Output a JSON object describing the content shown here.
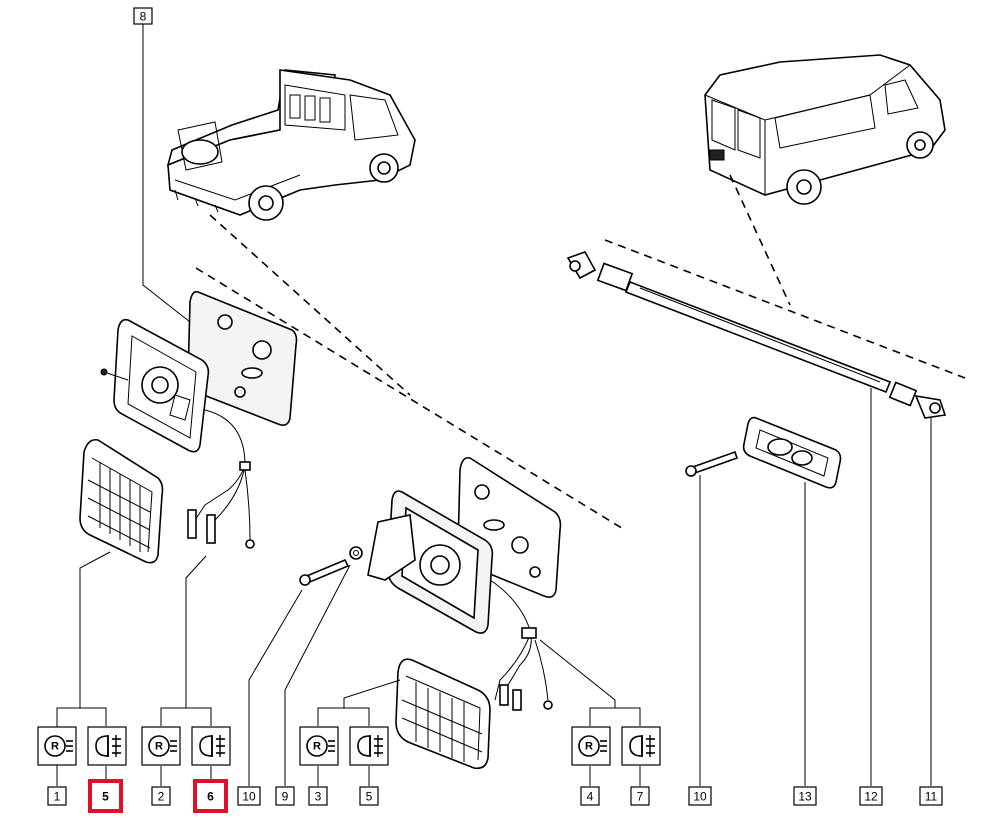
{
  "callouts": {
    "c8": "8",
    "c1": "1",
    "c5a": "5",
    "c2": "2",
    "c6": "6",
    "c10a": "10",
    "c9": "9",
    "c3": "3",
    "c5b": "5",
    "c4": "4",
    "c7": "7",
    "c10b": "10",
    "c13": "13",
    "c12": "12",
    "c11": "11"
  },
  "icons": {
    "reverse_letter": "R"
  },
  "colors": {
    "highlight": "#e0102a",
    "ink": "#000000"
  }
}
